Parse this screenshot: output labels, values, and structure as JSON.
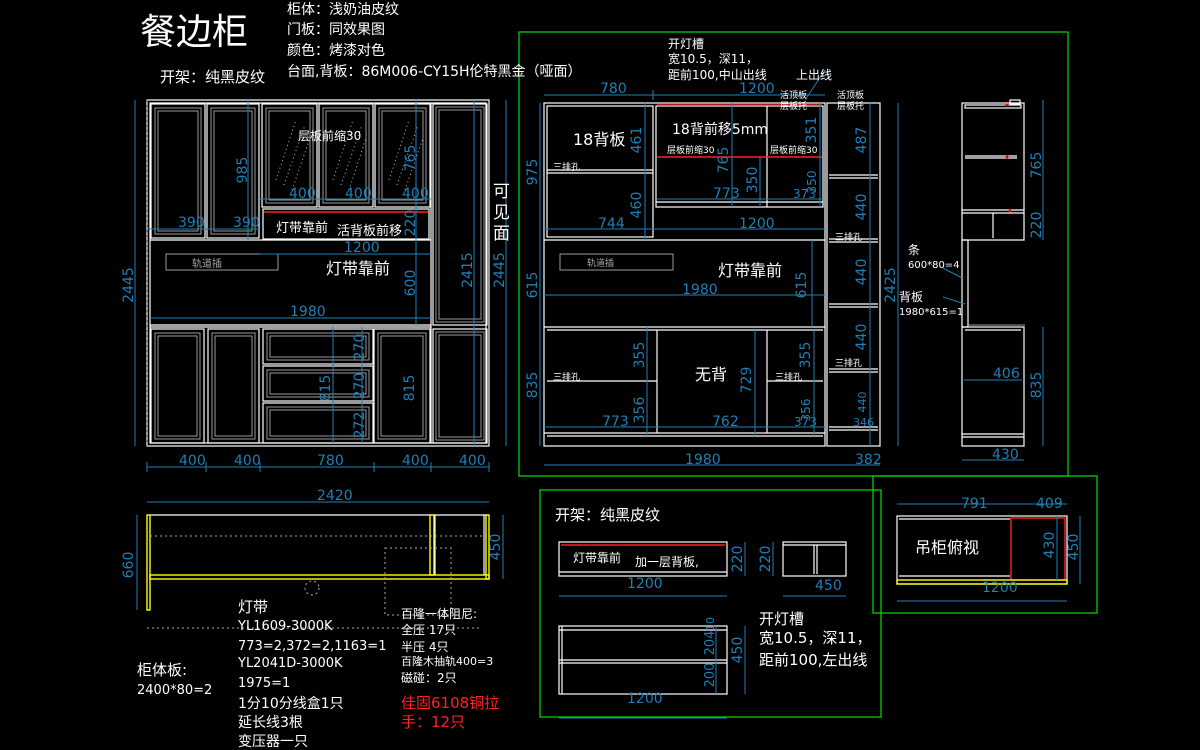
{
  "header": {
    "title": "餐边柜",
    "specs": [
      "柜体：浅奶油皮纹",
      "门板：同效果图",
      "颜色：烤漆对色",
      "台面,背板：86M006-CY15H伦特黑金（哑面）"
    ],
    "open_shelf": "开架：纯黑皮纹"
  },
  "front": {
    "shelf_inset": "层板前缩30",
    "light_front": "灯带靠前",
    "back_forward": "活背板前移",
    "light_front_mid": "灯带靠前",
    "track": "轨道插",
    "visible_face": "可见面",
    "dims": {
      "height_left": "2445",
      "height_right": "2445",
      "tall_col": "2415",
      "upper_door": "985",
      "glass_door": "765",
      "light_bar": "220",
      "mid_band": "600",
      "drawer_stack": "815",
      "drawer1": "270",
      "drawer2": "270",
      "drawer3": "272",
      "lower_door": "815",
      "door_w1": "390",
      "door_w2": "390",
      "glass_w1": "400",
      "glass_w2": "400",
      "glass_w3": "400",
      "upper_w": "1200",
      "total_w": "1980",
      "bottom": [
        "400",
        "400",
        "780",
        "400",
        "400"
      ]
    }
  },
  "interior": {
    "notes": [
      "开灯槽",
      "宽10.5，深11，",
      "距前100,中山出线"
    ],
    "top_outlet": "上出线",
    "top_board_1": "活顶板",
    "shelf_support_1": "层板托",
    "top_board_2": "活顶板",
    "shelf_support_2": "层板托",
    "back_18": "18背板",
    "back_forward_5": "18背前移5mm",
    "shelf_inset_1": "层板前缩30",
    "shelf_inset_2": "层板前缩30",
    "holes": [
      "三排孔",
      "三排孔",
      "三排孔",
      "三排孔",
      "三排孔"
    ],
    "no_back": "无背",
    "light_front": "灯带靠前",
    "track": "轨道插",
    "dims": {
      "top_left": "780",
      "top_right": "1200",
      "d461": "461",
      "d460": "460",
      "d765": "765",
      "d350a": "350",
      "d351": "351",
      "d350b": "350",
      "d773a": "773",
      "d373a": "373",
      "d744": "744",
      "d1200": "1200",
      "col": [
        "487",
        "440",
        "440",
        "440",
        "440"
      ],
      "d346": "346",
      "d975": "975",
      "d615a": "615",
      "d835": "835",
      "d1980a": "1980",
      "d615b": "615",
      "d355a": "355",
      "d356a": "356",
      "d729": "729",
      "d355b": "355",
      "d356b": "356",
      "d773b": "773",
      "d762": "762",
      "d373b": "373",
      "d1980b": "1980",
      "d382": "382"
    }
  },
  "side": {
    "strip_label": "条",
    "strip_qty": "600*80=4",
    "back_label": "背板",
    "back_qty": "1980*615=1",
    "dims": {
      "total": "2425",
      "upper": "765",
      "light": "220",
      "inner": "406",
      "lower": "835",
      "depth": "430"
    }
  },
  "plan": {
    "dims": {
      "width": "2420",
      "depth_left": "660",
      "depth_right": "450"
    }
  },
  "materials": {
    "led": [
      "灯带",
      "YL1609-3000K",
      "773=2,372=2,1163=1",
      "YL2041D-3000K",
      "1975=1",
      "1分10分线盒1只",
      "延长线3根",
      "变压器一只"
    ],
    "board": [
      "柜体板:",
      "2400*80=2"
    ],
    "hardware": [
      "百隆一体阻尼:",
      "全压 17只",
      "半压 4只",
      "百隆木抽轨400=3",
      "磁碰：2只"
    ],
    "handles": [
      "佳固6108铜拉",
      "手：12只"
    ]
  },
  "open_panel": {
    "title": "开架：纯黑皮纹",
    "light_front": "灯带靠前",
    "add_back": "加一层背板,",
    "dims": {
      "h1": "220",
      "h2": "220",
      "w1": "1200",
      "w2": "450",
      "h3": "450",
      "d200": "200",
      "d204": "204",
      "d10": "10",
      "w3": "1200"
    },
    "groove_notes": [
      "开灯槽",
      "宽10.5，深11，",
      "距前100,左出线"
    ]
  },
  "top_view": {
    "title": "吊柜俯视",
    "dims": {
      "w1": "791",
      "w2": "409",
      "d430": "430",
      "d450": "450",
      "total": "1200"
    }
  },
  "colors": {
    "dimension": "#1f7fb4",
    "frame": "#00e000",
    "highlight": "#ff2020",
    "outline": "#ffff00"
  }
}
